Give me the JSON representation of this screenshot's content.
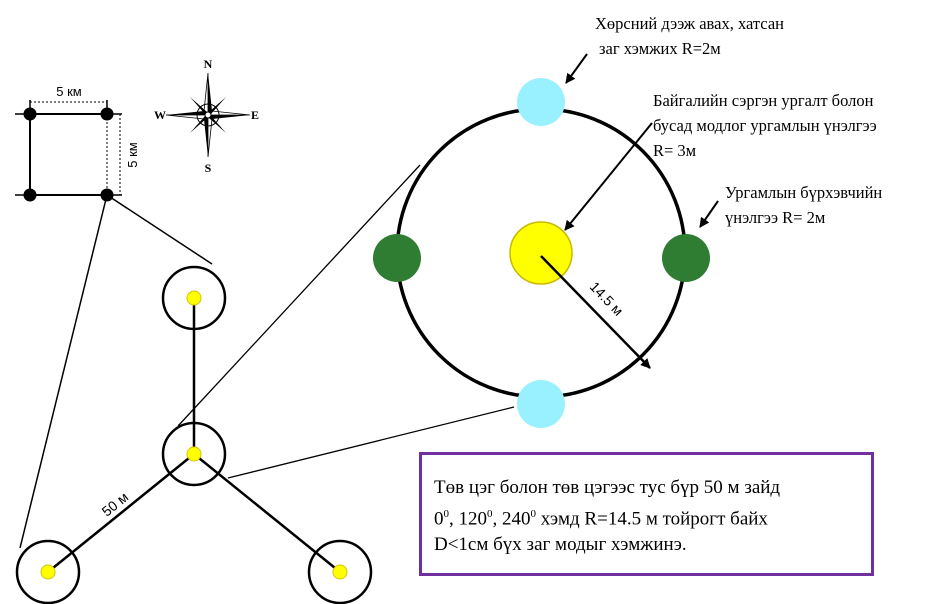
{
  "grid": {
    "width_label": "5 км",
    "height_label": "5 км"
  },
  "compass": {
    "north": "N",
    "south": "S",
    "east": "E",
    "west": "W"
  },
  "cluster": {
    "distance_label": "50 м"
  },
  "plot": {
    "radius_label": "14.5 м"
  },
  "annotations": {
    "soil": [
      "Хөрсний дээж авах, хатсан",
      "заг хэмжих R=2м"
    ],
    "regeneration": [
      "Байгалийн сэргэн ургалт болон",
      "бусад модлог ургамлын үнэлгээ",
      "R= 3м"
    ],
    "vegetation": [
      "Ургамлын бүрхэвчийн",
      "үнэлгээ R= 2м"
    ]
  },
  "note": {
    "line1": "Төв цэг болон төв цэгээс тус бүр 50 м зайд",
    "l2a": "0",
    "l2b": "0",
    "l2c": ", 120",
    "l2d": "0",
    "l2e": ",  240",
    "l2f": "0",
    "l2g": " хэмд R=14.5 м тойрогт байх",
    "line3": "D<1см бүх заг модыг хэмжинэ."
  },
  "colors": {
    "line": "#000000",
    "plot_center": "#ffff00",
    "soil_sample": "#99f0ff",
    "vegetation": "#2e7d32",
    "note_border": "#7030a0"
  }
}
